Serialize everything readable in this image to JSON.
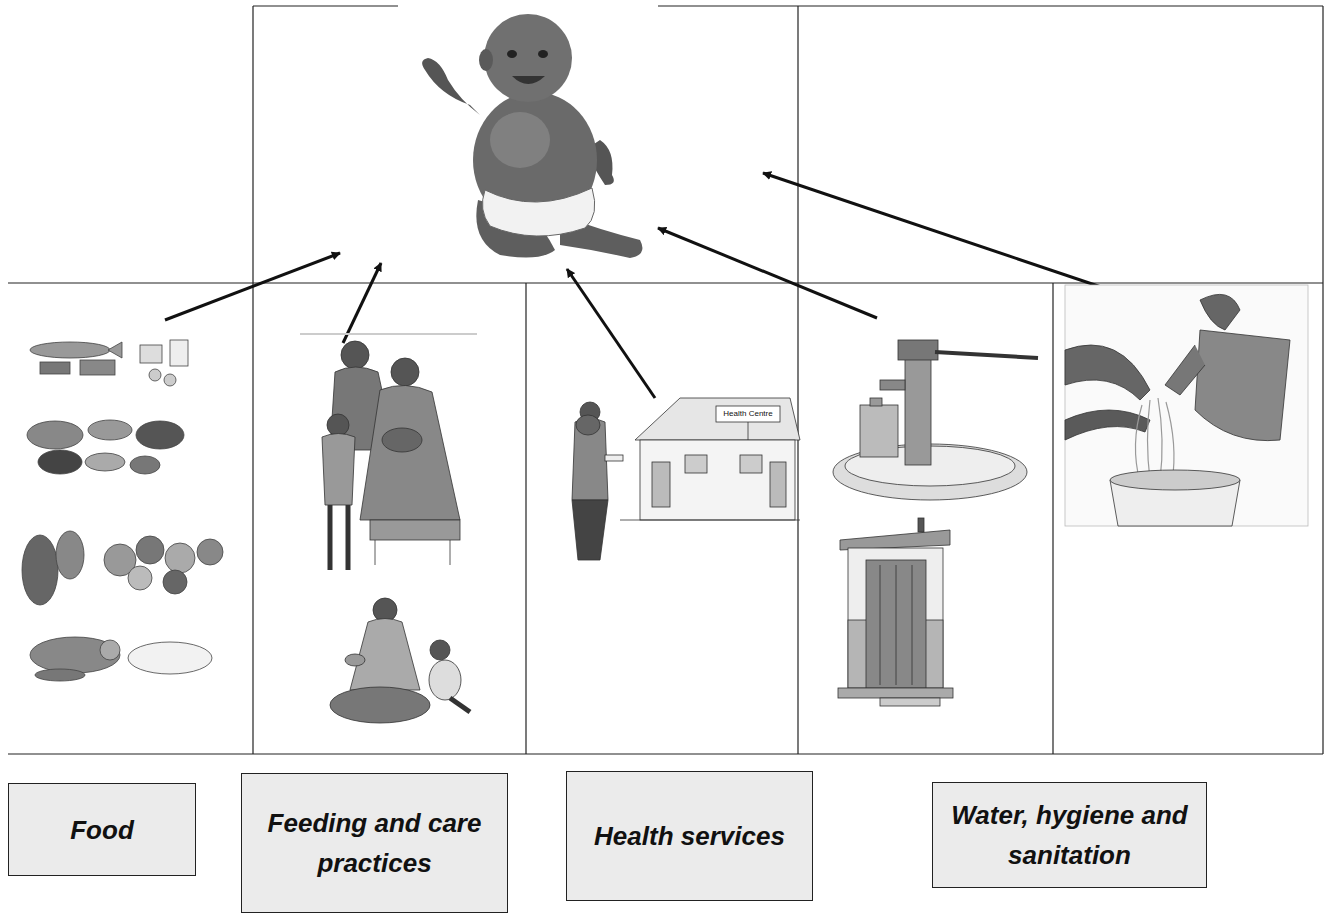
{
  "diagram": {
    "nodes": [
      {
        "text": [
          "Food"
        ]
      },
      {
        "text": [
          "Feeding and care practices"
        ]
      },
      {
        "text": [
          "Health services"
        ]
      },
      {
        "text": [
          "Water, hygiene and sanitation"
        ]
      }
    ],
    "labels": [
      "Health Centre"
    ]
  }
}
